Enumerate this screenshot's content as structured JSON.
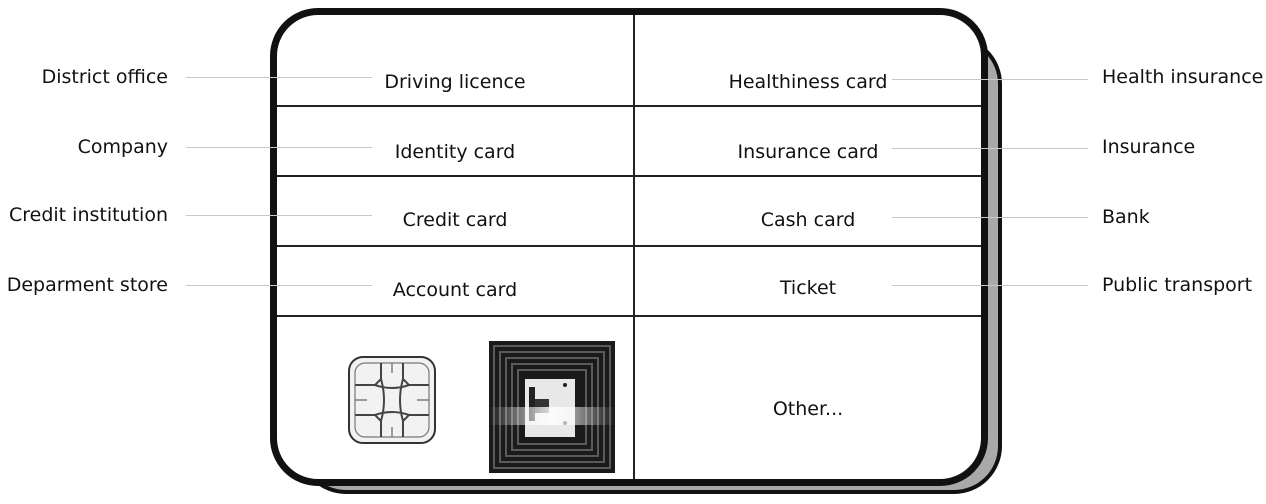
{
  "rows": [
    {
      "left_source": "District office",
      "left_card": "Driving licence",
      "right_card": "Healthiness card",
      "right_source": "Health insurance"
    },
    {
      "left_source": "Company",
      "left_card": "Identity card",
      "right_card": "Insurance card",
      "right_source": "Insurance"
    },
    {
      "left_source": "Credit institution",
      "left_card": "Credit card",
      "right_card": "Cash card",
      "right_source": "Bank"
    },
    {
      "left_source": "Deparment store",
      "left_card": "Account card",
      "right_card": "Ticket",
      "right_source": "Public transport"
    }
  ],
  "other": "Other...",
  "icons": {
    "chip": "contact-chip-icon",
    "rfid": "rfid-antenna-icon"
  }
}
